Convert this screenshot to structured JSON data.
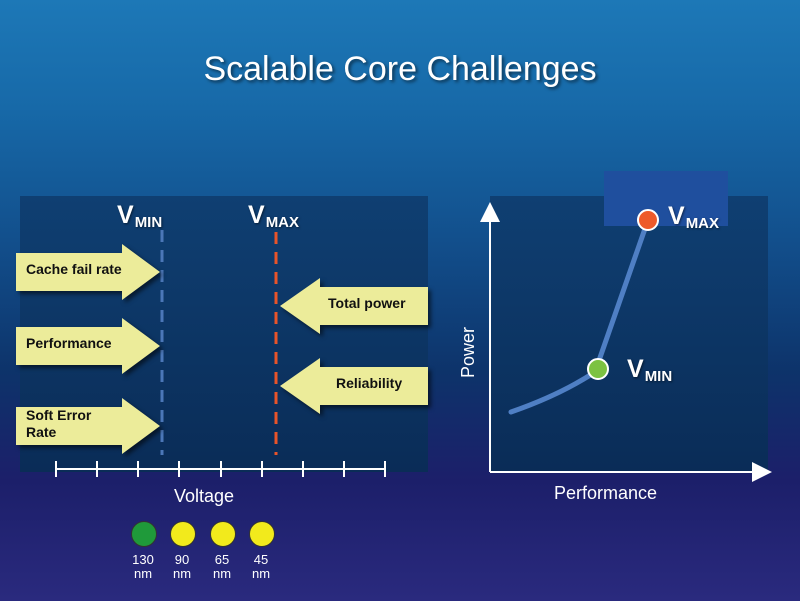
{
  "title": "Scalable Core Challenges",
  "left": {
    "vmin": {
      "main": "V",
      "sub": "MIN"
    },
    "vmax": {
      "main": "V",
      "sub": "MAX"
    },
    "arrows_right": [
      {
        "label": "Cache fail rate"
      },
      {
        "label": "Performance"
      },
      {
        "label": "Soft Error Rate"
      }
    ],
    "arrows_left": [
      {
        "label": "Total power"
      },
      {
        "label": "Reliability"
      }
    ],
    "x_axis_label": "Voltage",
    "tick_count": 9
  },
  "process_nodes": [
    {
      "value": "130",
      "unit": "nm",
      "color": "#1f9a3a"
    },
    {
      "value": "90",
      "unit": "nm",
      "color": "#f2ea1c"
    },
    {
      "value": "65",
      "unit": "nm",
      "color": "#f2ea1c"
    },
    {
      "value": "45",
      "unit": "nm",
      "color": "#f2ea1c"
    }
  ],
  "right": {
    "x_axis_label": "Performance",
    "y_axis_label": "Power",
    "vmin": {
      "main": "V",
      "sub": "MIN"
    },
    "vmax": {
      "main": "V",
      "sub": "MAX"
    }
  },
  "colors": {
    "arrow_fill": "#ecec9a",
    "vmin_line": "#4b77b8",
    "vmax_line": "#e8542a",
    "curve": "#4f7fc4",
    "vmin_dot": "#7cc242",
    "vmax_dot": "#ee5a2a"
  }
}
